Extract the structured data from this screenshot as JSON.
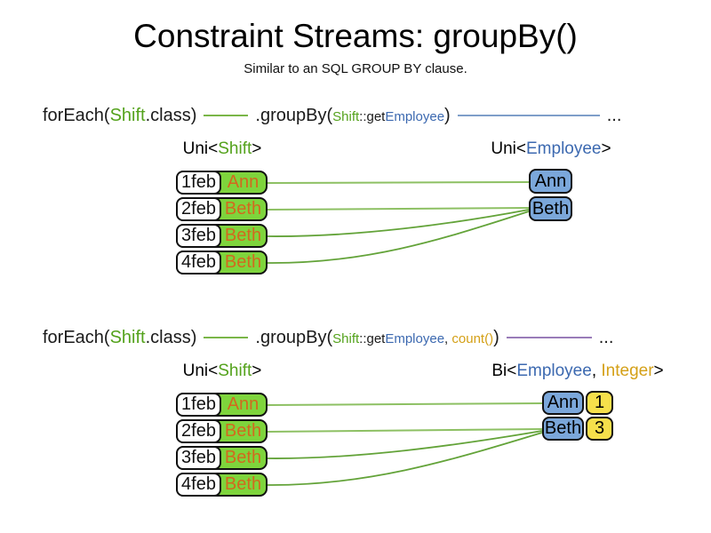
{
  "title": "Constraint Streams: groupBy()",
  "subtitle": "Similar to an SQL GROUP BY clause.",
  "code_line1": {
    "foreach_open": "forEach(",
    "foreach_class": "Shift",
    "foreach_close": ".class)",
    "groupby_open": ".groupBy(",
    "param1_class": "Shift",
    "param1_accessor": "::get",
    "param1_property": "Employee",
    "groupby_close": ")",
    "ellipsis": "..."
  },
  "code_line2": {
    "foreach_open": "forEach(",
    "foreach_class": "Shift",
    "foreach_close": ".class)",
    "groupby_open": ".groupBy(",
    "param1_class": "Shift",
    "param1_accessor": "::get",
    "param1_property": "Employee",
    "param_separator": ", ",
    "param2_function": "count()",
    "groupby_close": ")",
    "ellipsis": "..."
  },
  "diagram1": {
    "left_label": {
      "prefix": "Uni<",
      "type": "Shift",
      "suffix": ">"
    },
    "right_label": {
      "prefix": "Uni<",
      "type": "Employee",
      "suffix": ">"
    },
    "rows": [
      {
        "date": "1feb",
        "name": "Ann"
      },
      {
        "date": "2feb",
        "name": "Beth"
      },
      {
        "date": "3feb",
        "name": "Beth"
      },
      {
        "date": "4feb",
        "name": "Beth"
      }
    ],
    "groups": [
      {
        "name": "Ann"
      },
      {
        "name": "Beth"
      }
    ]
  },
  "diagram2": {
    "left_label": {
      "prefix": "Uni<",
      "type": "Shift",
      "suffix": ">"
    },
    "right_label": {
      "prefix": "Bi<",
      "type1": "Employee",
      "separator": ", ",
      "type2": "Integer",
      "suffix": ">"
    },
    "rows": [
      {
        "date": "1feb",
        "name": "Ann"
      },
      {
        "date": "2feb",
        "name": "Beth"
      },
      {
        "date": "3feb",
        "name": "Beth"
      },
      {
        "date": "4feb",
        "name": "Beth"
      }
    ],
    "groups": [
      {
        "name": "Ann",
        "count": "1"
      },
      {
        "name": "Beth",
        "count": "3"
      }
    ]
  },
  "colors": {
    "green_text": "#54a21c",
    "green_fill": "#7ed43c",
    "orange_text": "#d2691e",
    "blue_text": "#3c69b0",
    "blue_fill": "#7ba7da",
    "gold_text": "#d4a017",
    "yellow_fill": "#f6e04b",
    "line_green_light": "#8dc063",
    "line_green_dark": "#63a339",
    "line_blue": "#7f9ec9",
    "line_purple": "#9a7cb8"
  }
}
